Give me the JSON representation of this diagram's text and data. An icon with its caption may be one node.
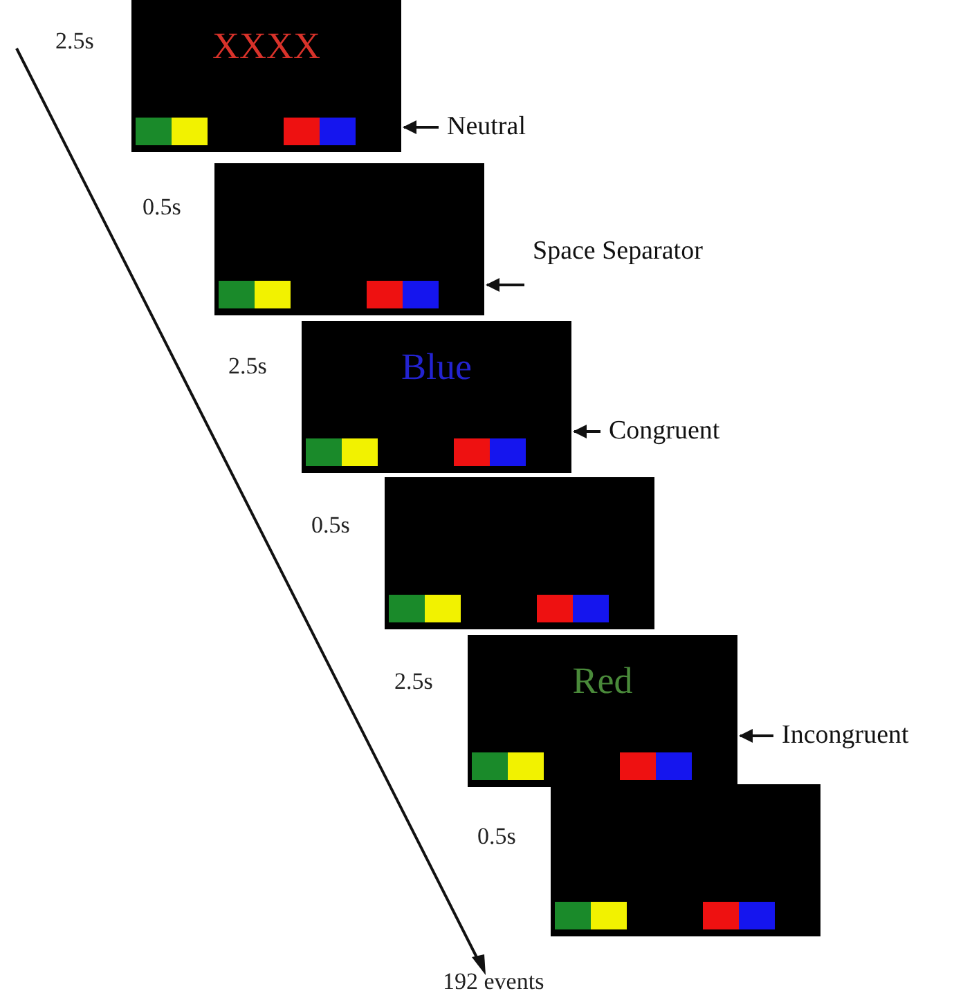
{
  "diagram": {
    "nodes": [
      {
        "text": [
          "XXXX"
        ],
        "beside": [
          "2.5s"
        ]
      },
      {
        "text": [
          "Neutral"
        ]
      },
      {
        "text": [],
        "shape": "box",
        "beside": [
          "0.5s"
        ]
      },
      {
        "text": [
          "Space Separator"
        ]
      },
      {
        "text": [
          "Blue"
        ],
        "beside": [
          "2.5s"
        ]
      },
      {
        "text": [
          "Congruent"
        ]
      },
      {
        "text": [],
        "shape": "box",
        "beside": [
          "0.5s"
        ]
      },
      {
        "text": [
          "Red"
        ],
        "beside": [
          "2.5s"
        ]
      },
      {
        "text": [
          "Incongruent"
        ]
      },
      {
        "text": [],
        "shape": "box",
        "beside": [
          "0.5s"
        ]
      }
    ],
    "edges": [
      {
        "from": 1,
        "to": 0,
        "arrow": "to"
      },
      {
        "from": 3,
        "to": 2,
        "arrow": "to"
      },
      {
        "from": 5,
        "to": 4,
        "arrow": "to"
      },
      {
        "from": 8,
        "to": 7,
        "arrow": "to"
      }
    ],
    "labels": [
      "192 events"
    ]
  }
}
